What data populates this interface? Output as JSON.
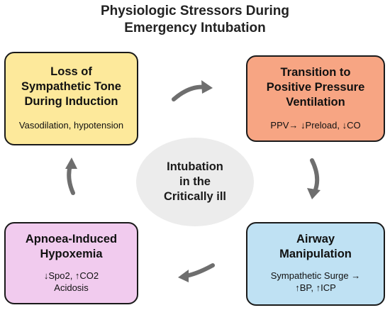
{
  "title": {
    "line1": "Physiologic Stressors During",
    "line2": "Emergency Intubation"
  },
  "center": {
    "line1": "Intubation",
    "line2": "in the",
    "line3": "Critically ill"
  },
  "boxes": {
    "top_left": {
      "heading": [
        "Loss of",
        "Sympathetic Tone",
        "During Induction"
      ],
      "detail": [
        "Vasodilation, hypotension"
      ],
      "color": "#fde99b"
    },
    "top_right": {
      "heading": [
        "Transition to",
        "Positive Pressure",
        "Ventilation"
      ],
      "detail": [
        "PPV→ ↓Preload, ↓CO"
      ],
      "color": "#f7a583"
    },
    "bottom_right": {
      "heading": [
        "Airway",
        "Manipulation"
      ],
      "detail": [
        "Sympathetic Surge →",
        "↑BP, ↑ICP"
      ],
      "color": "#bfe1f3"
    },
    "bottom_left": {
      "heading": [
        "Apnoea-Induced",
        "Hypoxemia"
      ],
      "detail": [
        "↓Spo2, ↑CO2",
        "Acidosis"
      ],
      "color": "#f1cbee"
    }
  },
  "arrow_color": "#6e6e6e"
}
